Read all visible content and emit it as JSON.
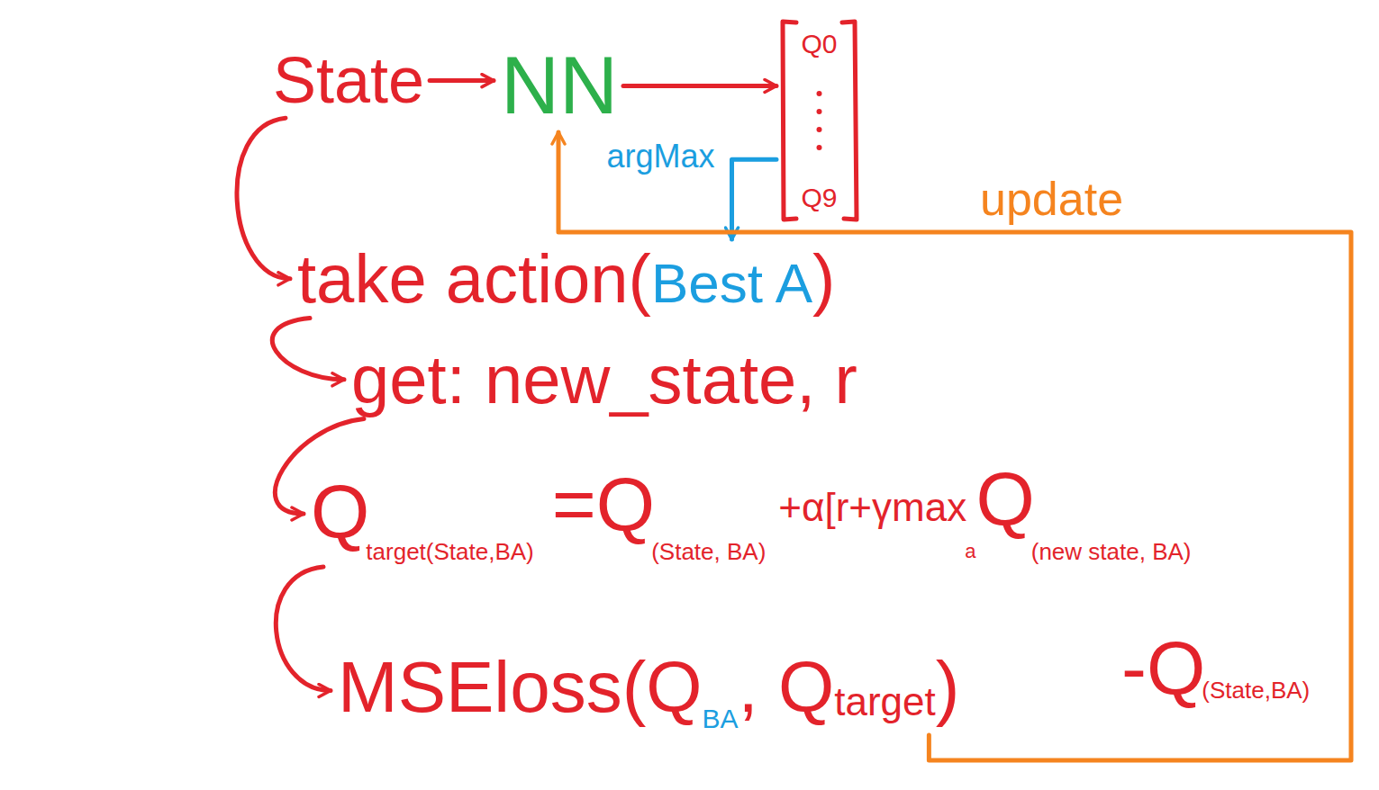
{
  "diagram": {
    "nodes": [
      {
        "text": [
          "State"
        ]
      },
      {
        "text": [
          "NN"
        ]
      },
      {
        "text": [
          "Q0",
          "Q9"
        ]
      },
      {
        "text": [
          "take action(",
          "Best A",
          ")"
        ]
      },
      {
        "text": [
          "get: new_state, r"
        ]
      },
      {
        "text": [
          "Q",
          "target(State,BA)",
          "=Q",
          "(State, BA)",
          "+α[r+γmax",
          "a",
          "Q",
          "(new state, BA)",
          "-Q",
          "(State,BA)"
        ]
      },
      {
        "text": [
          "MSEloss(Q",
          "BA",
          ", Q",
          "target",
          ")"
        ]
      }
    ],
    "edges": [
      {
        "from": 0,
        "to": 1,
        "arrow": "to"
      },
      {
        "from": 1,
        "to": 2,
        "arrow": "to"
      },
      {
        "from": 2,
        "to": 3,
        "label": "argMax",
        "arrow": "to"
      },
      {
        "from": 0,
        "to": 3,
        "arrow": "to"
      },
      {
        "from": 3,
        "to": 4,
        "arrow": "to"
      },
      {
        "from": 4,
        "to": 5,
        "arrow": "to"
      },
      {
        "from": 5,
        "to": 6,
        "arrow": "to"
      },
      {
        "from": 6,
        "to": 1,
        "label": "update",
        "arrow": "to"
      }
    ]
  }
}
